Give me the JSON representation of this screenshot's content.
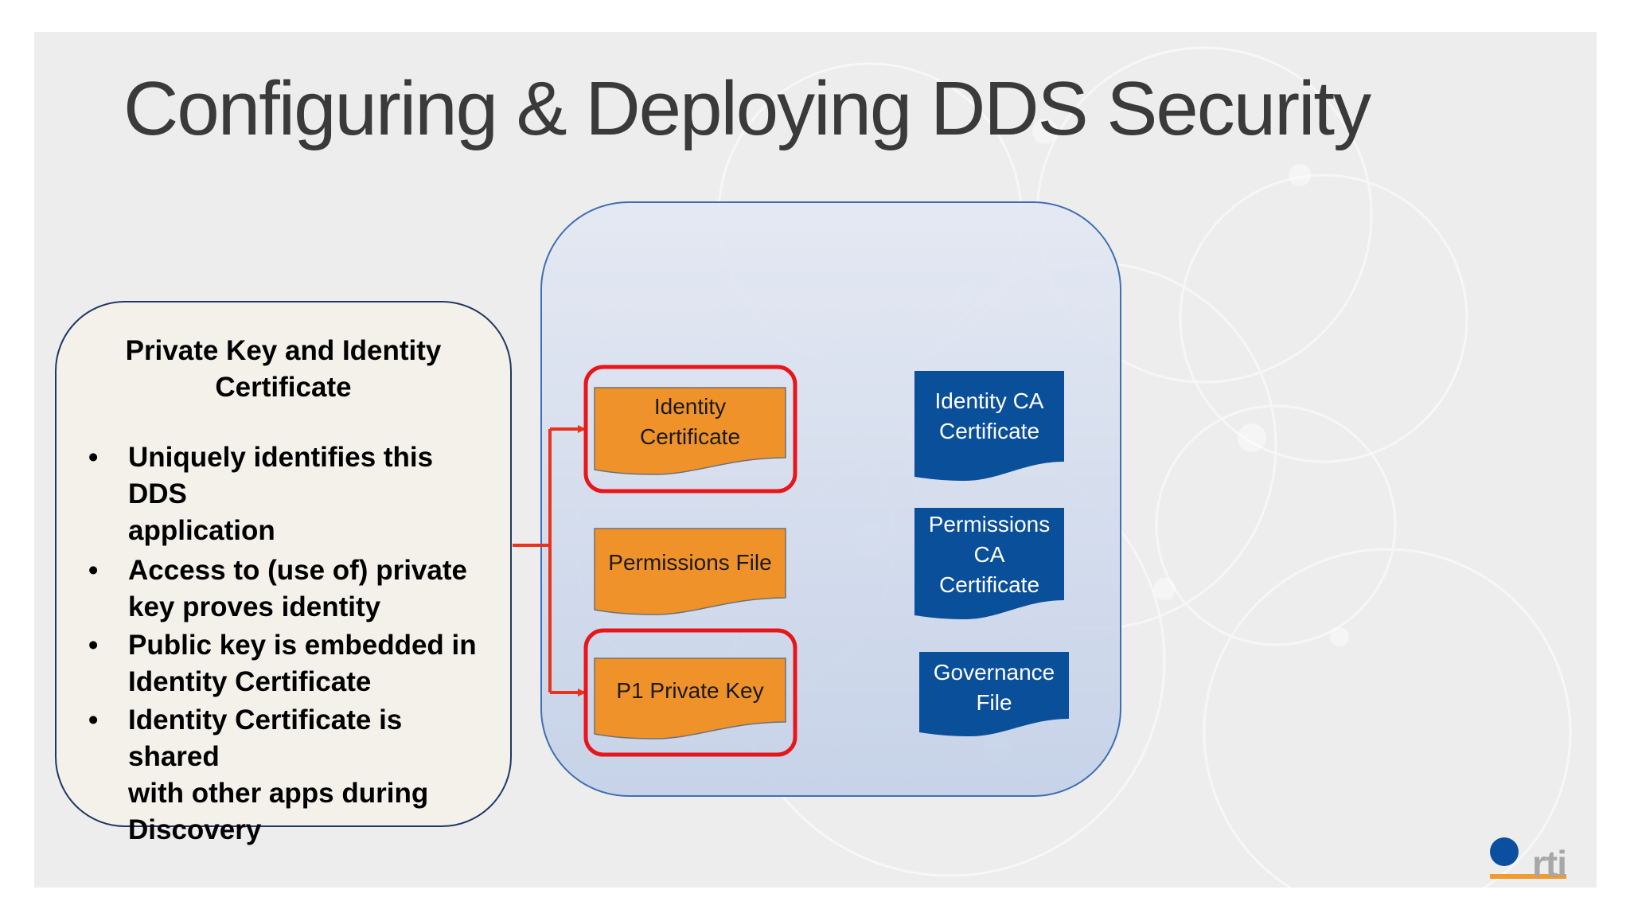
{
  "slide": {
    "title": "Configuring & Deploying DDS Security"
  },
  "info_panel": {
    "heading_lines": [
      "Private Key and Identity",
      "Certificate"
    ],
    "bullets": [
      {
        "lines": [
          "Uniquely identifies this DDS",
          "application"
        ]
      },
      {
        "lines": [
          "Access to (use of) private",
          "key proves identity"
        ]
      },
      {
        "lines": [
          "Public key is embedded in",
          "Identity Certificate"
        ]
      },
      {
        "lines": [
          "Identity Certificate is shared",
          "with other apps during",
          "Discovery"
        ]
      }
    ],
    "bullet_glyph": "•"
  },
  "documents": {
    "identity_certificate": {
      "lines": [
        "Identity",
        "Certificate"
      ],
      "highlighted": true
    },
    "permissions_file": {
      "lines": [
        "Permissions File"
      ],
      "highlighted": false
    },
    "p1_private_key": {
      "lines": [
        "P1 Private Key"
      ],
      "highlighted": true
    },
    "identity_ca_certificate": {
      "lines": [
        "Identity CA",
        "Certificate"
      ]
    },
    "permissions_ca_certificate": {
      "lines": [
        "Permissions",
        "CA",
        "Certificate"
      ]
    },
    "governance_file": {
      "lines": [
        "Governance",
        "File"
      ]
    }
  },
  "logo": {
    "text": "rti"
  },
  "colors": {
    "orange_doc": "#f0922a",
    "blue_doc": "#0a4f9a",
    "highlight": "#e8151b",
    "arrow": "#e8321c",
    "panel_border": "#1f3864",
    "container_border": "#3f6fb0",
    "logo_dot": "#0b4fa0",
    "logo_bar": "#f29a2e"
  }
}
